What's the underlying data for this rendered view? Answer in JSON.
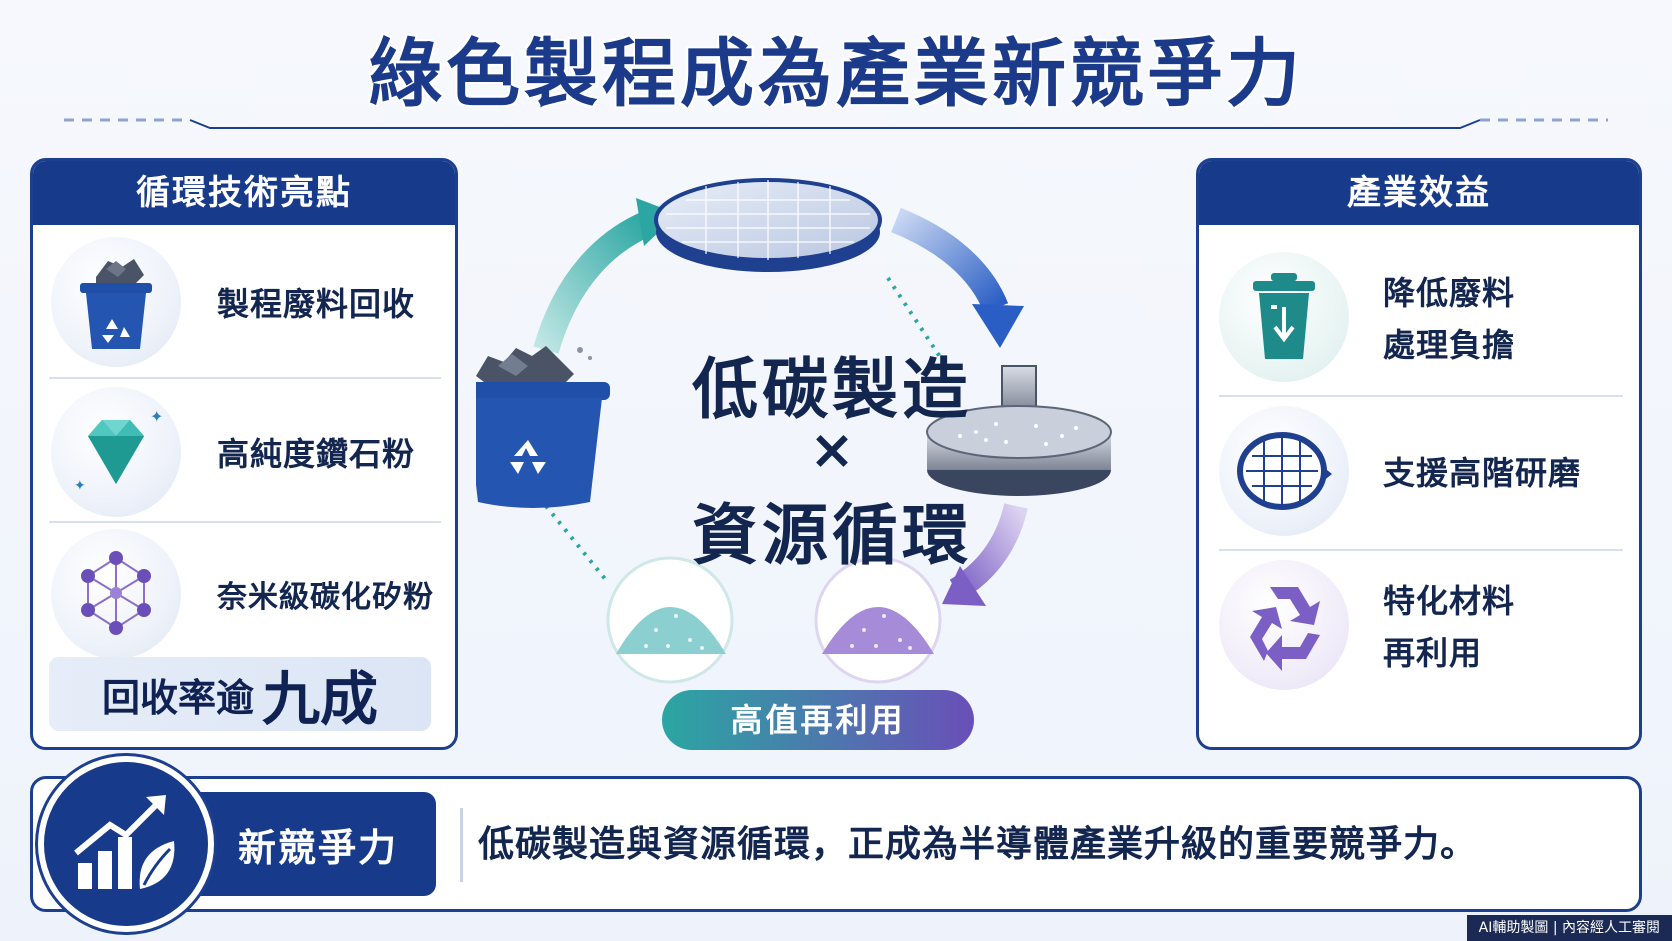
{
  "title": "綠色製程成為產業新競爭力",
  "left_panel": {
    "heading": "循環技術亮點",
    "items": [
      {
        "label": "製程廢料回收",
        "icon": "recycle-bin-icon"
      },
      {
        "label": "高純度鑽石粉",
        "icon": "diamond-icon"
      },
      {
        "label": "奈米級碳化矽粉",
        "icon": "molecule-icon"
      }
    ],
    "rate_prefix": "回收率逾",
    "rate_emphasis": "九成"
  },
  "center": {
    "line1": "低碳製造",
    "times": "×",
    "line2": "資源循環",
    "reuse_label": "高值再利用"
  },
  "right_panel": {
    "heading": "產業效益",
    "items": [
      {
        "line1": "降低廢料",
        "line2": "處理負擔",
        "icon": "trash-can-icon"
      },
      {
        "line1": "支援高階研磨",
        "line2": "",
        "icon": "wafer-icon"
      },
      {
        "line1": "特化材料",
        "line2": "再利用",
        "icon": "recycle-icon"
      }
    ]
  },
  "footer": {
    "tag": "新競爭力",
    "text": "低碳製造與資源循環，正成為半導體產業升級的重要競爭力。",
    "icon": "growth-chart-leaf-icon"
  },
  "watermark": "AI輔助製圖 | 內容經人工審閱",
  "colors": {
    "navy": "#173a8b",
    "teal": "#2ba6a2",
    "purple": "#6a4fb8",
    "background": "#f3f6fc"
  }
}
